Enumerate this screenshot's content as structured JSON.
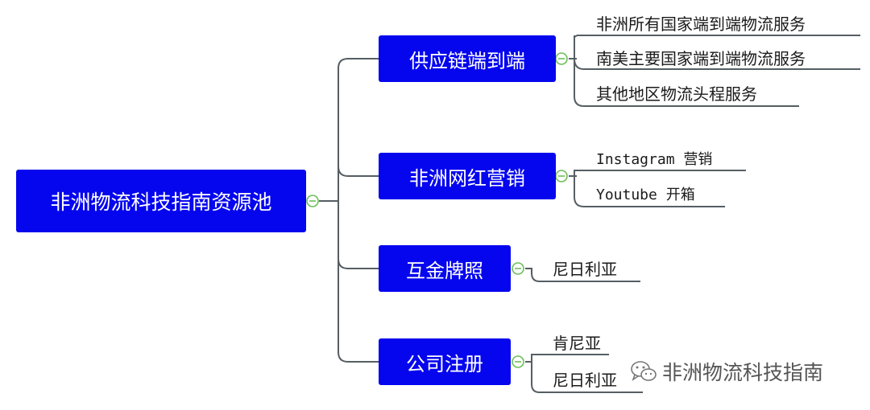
{
  "root": {
    "label": "非洲物流科技指南资源池"
  },
  "branches": [
    {
      "label": "供应链端到端",
      "children": [
        "非洲所有国家端到端物流服务",
        "南美主要国家端到端物流服务",
        "其他地区物流头程服务"
      ]
    },
    {
      "label": "非洲网红营销",
      "children": [
        "Instagram 营销",
        "Youtube 开箱"
      ]
    },
    {
      "label": "互金牌照",
      "children": [
        "尼日利亚"
      ]
    },
    {
      "label": "公司注册",
      "children": [
        "肯尼亚",
        "尼日利亚"
      ]
    }
  ],
  "watermark": {
    "text": "非洲物流科技指南",
    "icon": "wechat-icon"
  },
  "colors": {
    "node_fill": "#0606ee",
    "node_text": "#ffffff",
    "connector": "#555e63",
    "collapse_circle": "#6bbf59"
  }
}
